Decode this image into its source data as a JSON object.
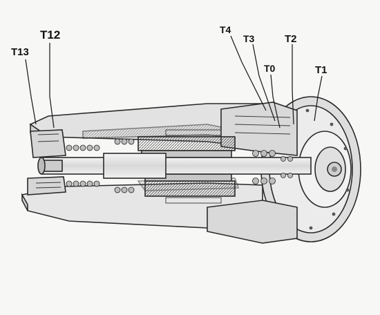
{
  "labels": {
    "t13": "T13",
    "t12": "T12",
    "t4": "T4",
    "t3": "T3",
    "t0": "T0",
    "t2": "T2",
    "t1": "T1"
  },
  "colors": {
    "outline": "#2a2a2a",
    "shell": "#dcdcdc",
    "shell_dark": "#bdbdbd",
    "hatch": "#555555",
    "background": "#f7f7f5"
  }
}
